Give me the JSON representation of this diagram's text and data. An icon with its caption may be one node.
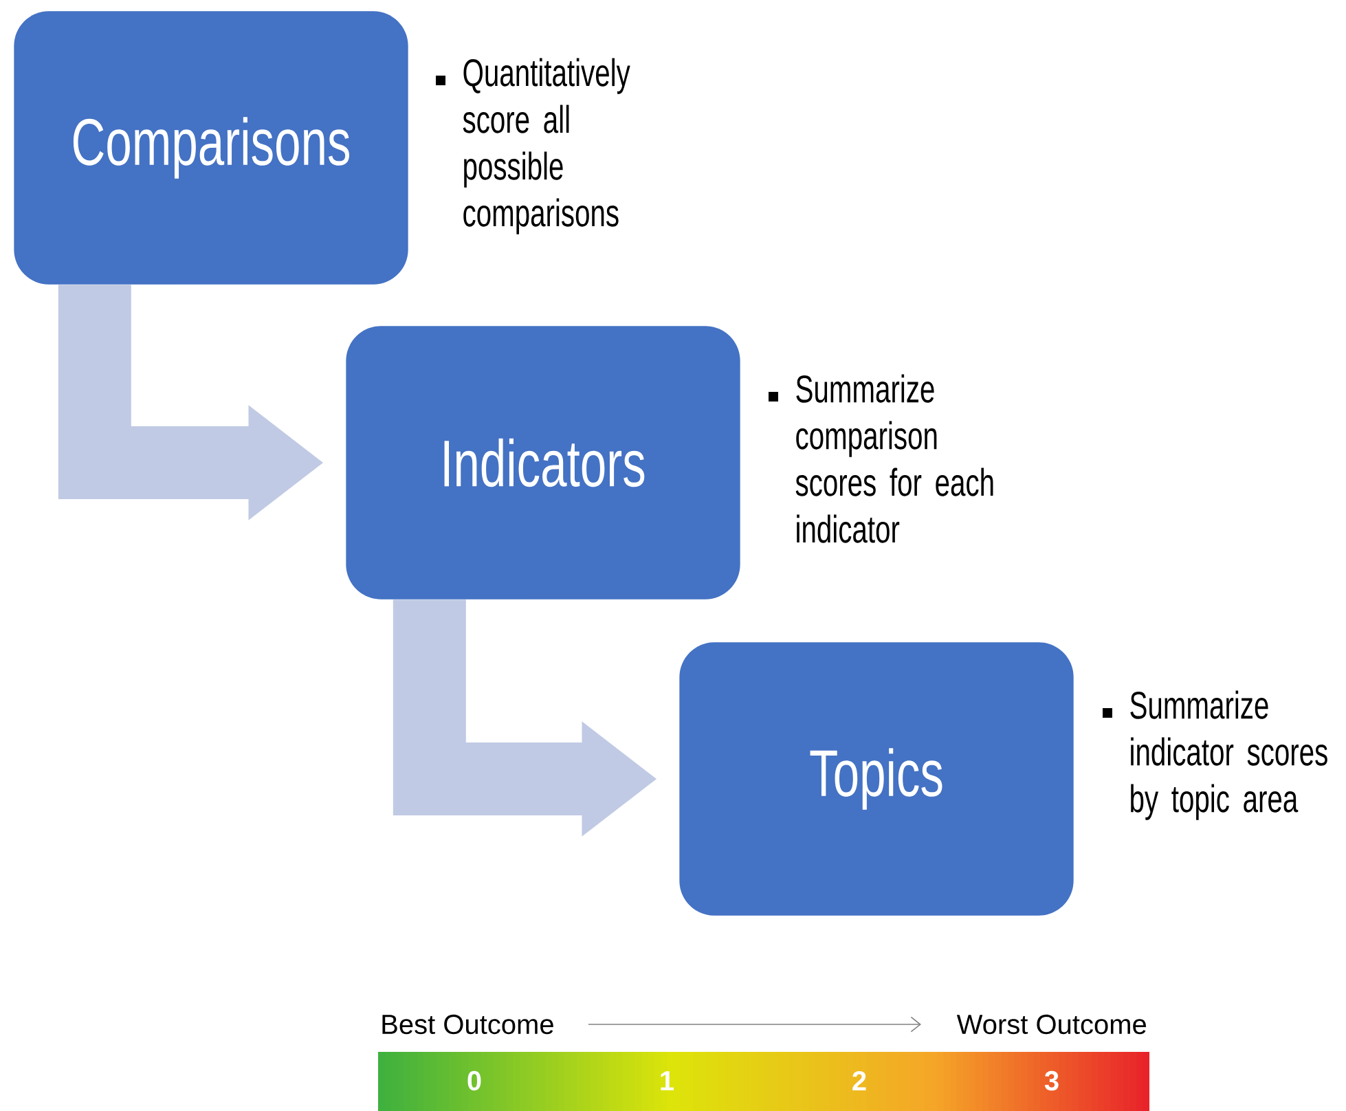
{
  "diagram": {
    "nodes": [
      {
        "text": [
          "Comparisons"
        ],
        "beside": [
          "Quantitatively score all possible comparisons"
        ]
      },
      {
        "text": [
          "Indicators"
        ],
        "beside": [
          "Summarize comparison scores for each indicator"
        ]
      },
      {
        "text": [
          "Topics"
        ],
        "beside": [
          "Summarize indicator scores by topic area"
        ]
      }
    ],
    "edges": [
      {
        "from": 0,
        "to": 1,
        "arrow": "to"
      },
      {
        "from": 1,
        "to": 2,
        "arrow": "to"
      }
    ],
    "labels": [
      "Best Outcome",
      "Worst Outcome",
      "0",
      "1",
      "2",
      "3"
    ]
  }
}
